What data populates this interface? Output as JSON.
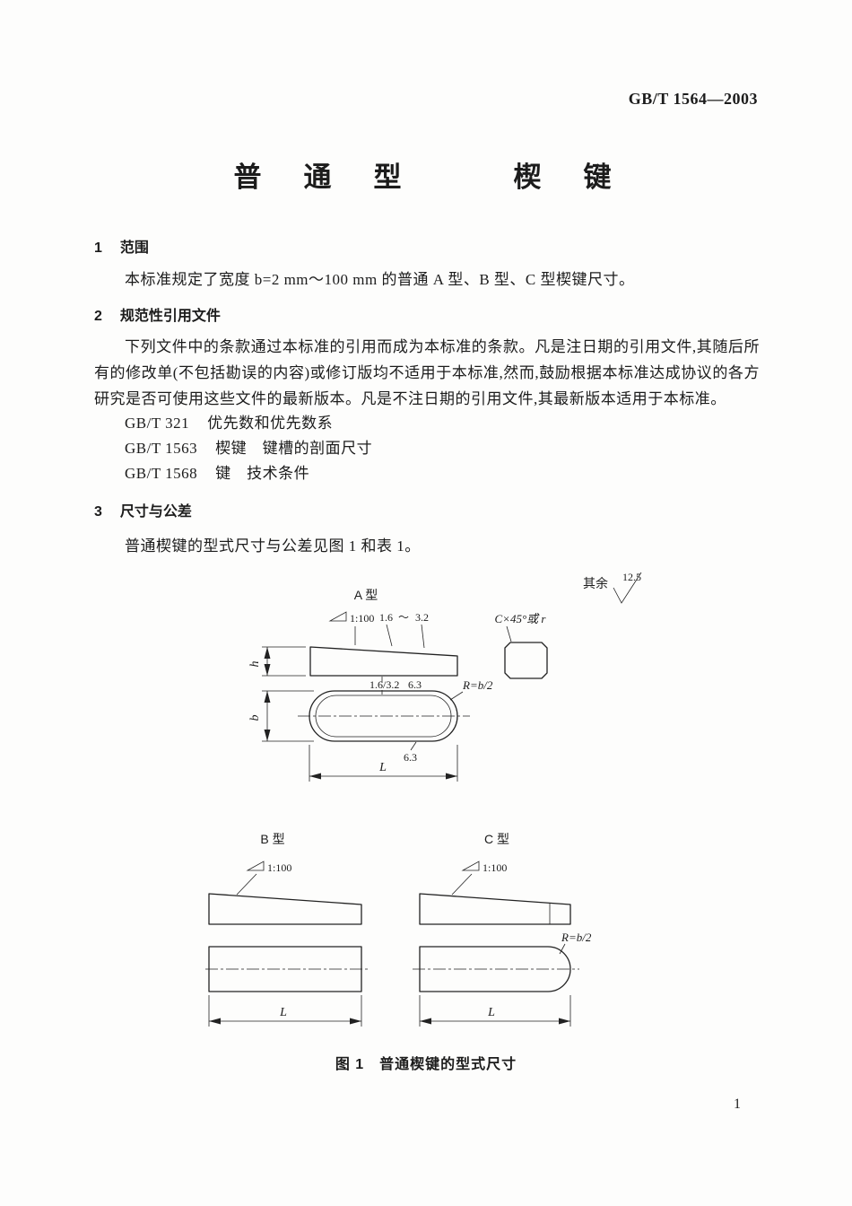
{
  "header": {
    "doc_number": "GB/T 1564—2003"
  },
  "title": "普　通　型　　　楔　键",
  "section1": {
    "number": "1",
    "heading": "范围",
    "body": "本标准规定了宽度 b=2 mm～100 mm 的普通 A 型、B 型、C 型楔键尺寸。"
  },
  "section2": {
    "number": "2",
    "heading": "规范性引用文件",
    "body": "下列文件中的条款通过本标准的引用而成为本标准的条款。凡是注日期的引用文件,其随后所有的修改单(不包括勘误的内容)或修订版均不适用于本标准,然而,鼓励根据本标准达成协议的各方研究是否可使用这些文件的最新版本。凡是不注日期的引用文件,其最新版本适用于本标准。",
    "references": [
      {
        "code": "GB/T 321",
        "title": "优先数和优先数系"
      },
      {
        "code": "GB/T 1563",
        "title": "楔键　键槽的剖面尺寸"
      },
      {
        "code": "GB/T 1568",
        "title": "键　技术条件"
      }
    ]
  },
  "section3": {
    "number": "3",
    "heading": "尺寸与公差",
    "body": "普通楔键的型式尺寸与公差见图 1 和表 1。"
  },
  "figure": {
    "caption": "图 1　普通楔键的型式尺寸",
    "general_roughness": {
      "prefix": "其余",
      "value": "12.5"
    },
    "type_a": {
      "label": "A 型",
      "slope": "1:100",
      "roughness_top_left": "1.6",
      "tilde": "～",
      "roughness_top_right": "3.2",
      "roughness_bottom": "1.6/3.2",
      "roughness_bottom2": "6.3",
      "chamfer": "C×45°或 r",
      "radius": "R=b/2",
      "dim_h": "h",
      "dim_b": "b",
      "dim_l": "L",
      "roughness_plan": "6.3"
    },
    "type_b": {
      "label": "B 型",
      "slope": "1:100",
      "dim_l": "L"
    },
    "type_c": {
      "label": "C 型",
      "slope": "1:100",
      "radius": "R=b/2",
      "dim_l": "L"
    }
  },
  "footer": {
    "page_number": "1"
  }
}
